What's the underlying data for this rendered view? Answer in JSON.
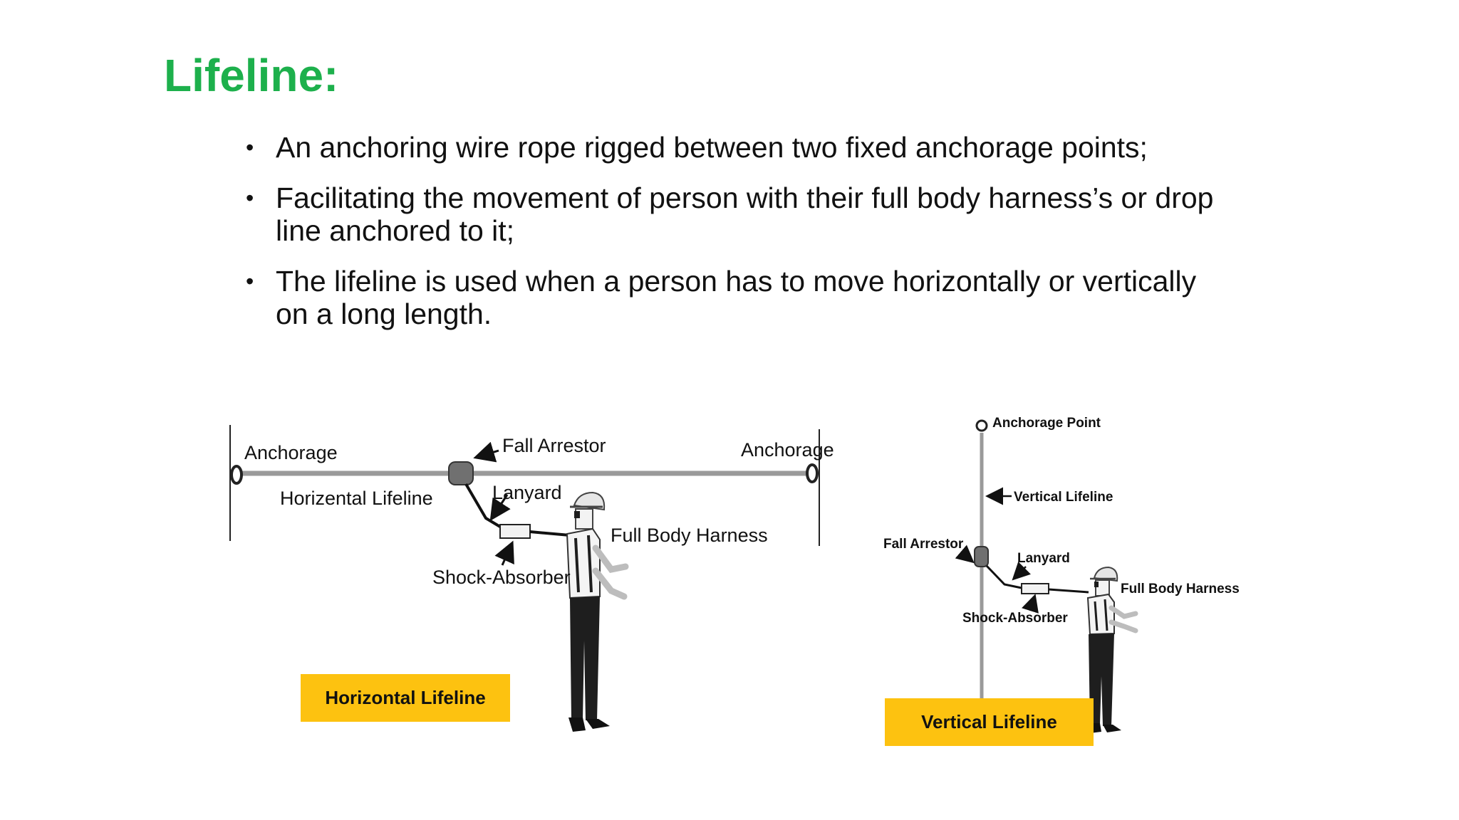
{
  "slide": {
    "title": "Lifeline:",
    "bullets": [
      "An anchoring wire rope rigged between two fixed anchorage points;",
      "Facilitating the movement of person with their full body harness’s or drop line anchored to it;",
      "The lifeline is used when a person has to move horizontally or vertically on a long length."
    ],
    "bullet_symbol": "•"
  },
  "horizontal_diagram": {
    "anchorage_left": "Anchorage",
    "anchorage_right": "Anchorage",
    "lifeline_label": "Horizental Lifeline",
    "fall_arrestor": "Fall Arrestor",
    "lanyard": "Lanyard",
    "shock_absorber": "Shock-Absorber",
    "harness": "Full Body Harness",
    "caption": "Horizontal Lifeline"
  },
  "vertical_diagram": {
    "anchorage_point": "Anchorage Point",
    "lifeline_label": "Vertical Lifeline",
    "fall_arrestor": "Fall Arrestor",
    "lanyard": "Lanyard",
    "shock_absorber": "Shock-Absorber",
    "harness": "Full Body Harness",
    "caption": "Vertical Lifeline"
  },
  "colors": {
    "title": "#1db04c",
    "caption_background": "#fdc210",
    "lifeline": "#9a9a9a",
    "worker_dark": "#1e1e1e"
  },
  "icons": [
    "worker-figure-icon",
    "fall-arrestor-icon",
    "shock-absorber-icon",
    "anchor-ring-icon",
    "arrow-icon"
  ]
}
